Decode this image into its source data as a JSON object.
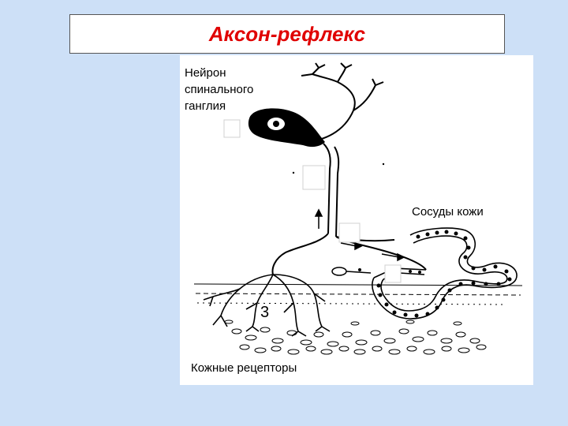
{
  "title": "Аксон-рефлекс",
  "labels": {
    "neuron_line1": "Нейрон",
    "neuron_line2": "спинального",
    "neuron_line3": "ганглия",
    "vessels": "Сосуды кожи",
    "receptors": "Кожные рецепторы"
  },
  "marks": {
    "skin_region": "3"
  },
  "colors": {
    "background": "#cde0f7",
    "title_text": "#e00000",
    "ink": "#000000"
  }
}
